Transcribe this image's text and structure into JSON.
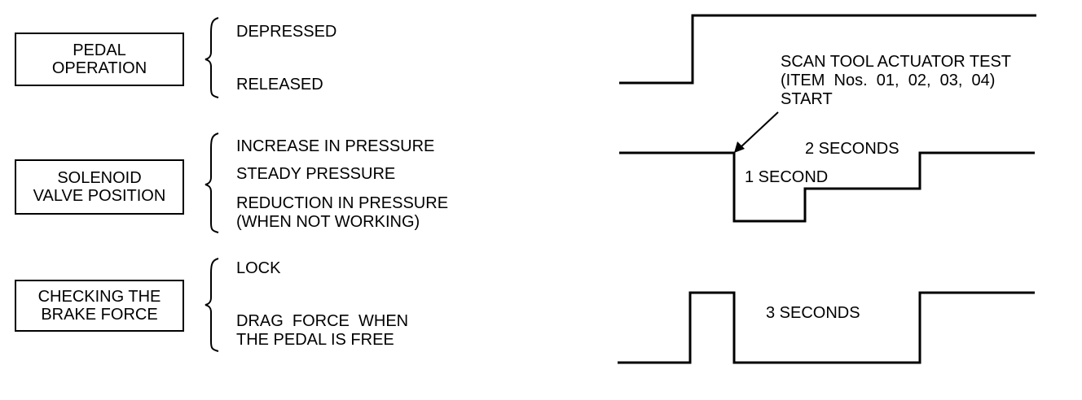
{
  "rows": {
    "pedal": {
      "box_lines": [
        "PEDAL",
        "OPERATION"
      ],
      "states": [
        "DEPRESSED",
        "RELEASED"
      ]
    },
    "solenoid": {
      "box_lines": [
        "SOLENOID",
        "VALVE POSITION"
      ],
      "states": [
        "INCREASE IN PRESSURE",
        "STEADY PRESSURE",
        "REDUCTION IN PRESSURE",
        "(WHEN NOT WORKING)"
      ]
    },
    "brake": {
      "box_lines": [
        "CHECKING THE",
        "BRAKE FORCE"
      ],
      "states": [
        "LOCK",
        "DRAG  FORCE  WHEN",
        "THE PEDAL IS FREE"
      ]
    }
  },
  "annotations": {
    "scan_test": [
      "SCAN TOOL ACTUATOR TEST",
      "(ITEM  Nos.  01,  02,  03,  04)",
      "START"
    ],
    "one_second": "1 SECOND",
    "two_seconds": "2 SECONDS",
    "three_seconds": "3 SECONDS"
  }
}
